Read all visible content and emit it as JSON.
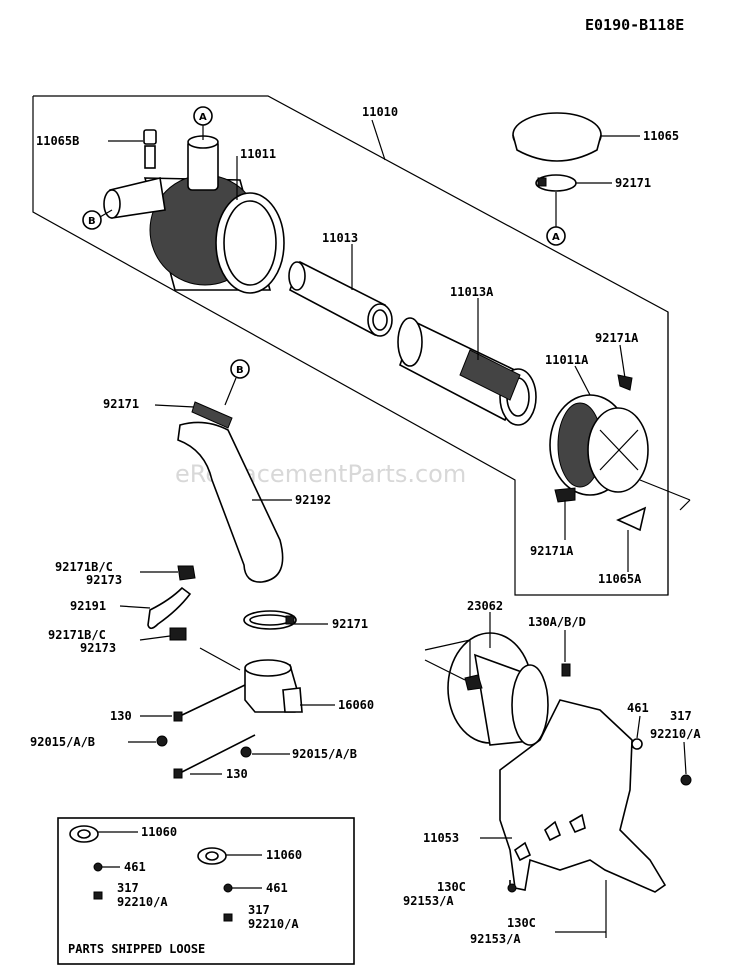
{
  "diagram_code": "E0190-B118E",
  "watermark": "eReplacementParts.com",
  "callouts": {
    "A": "A",
    "B": "B"
  },
  "labels": {
    "p11010": "11010",
    "p11065B": "11065B",
    "p11011": "11011",
    "p11013": "11013",
    "p11013A": "11013A",
    "p11065": "11065",
    "p92171_top": "92171",
    "p92171A": "92171A",
    "p11011A": "11011A",
    "p92171_b": "92171",
    "p92192": "92192",
    "p92171A_low": "92171A",
    "p11065A": "11065A",
    "p92171BC_1": "92171B/C",
    "p92173_1": "92173",
    "p92191": "92191",
    "p92171_mid": "92171",
    "p92171BC_2": "92171B/C",
    "p92173_2": "92173",
    "p23062": "23062",
    "p130ABD": "130A/B/D",
    "p130_1": "130",
    "p16060": "16060",
    "p92015_1": "92015/A/B",
    "p92015_2": "92015/A/B",
    "p130_2": "130",
    "p461": "461",
    "p317": "317",
    "p92210A": "92210/A",
    "p11053": "11053",
    "p130C_1": "130C",
    "p92153A_1": "92153/A",
    "p130C_2": "130C",
    "p92153A_2": "92153/A"
  },
  "loose_box": {
    "title": "PARTS SHIPPED LOOSE",
    "l11060_1": "11060",
    "l461_1": "461",
    "l317_1": "317",
    "l92210A_1": "92210/A",
    "l11060_2": "11060",
    "l461_2": "461",
    "l317_2": "317",
    "l92210A_2": "92210/A"
  }
}
